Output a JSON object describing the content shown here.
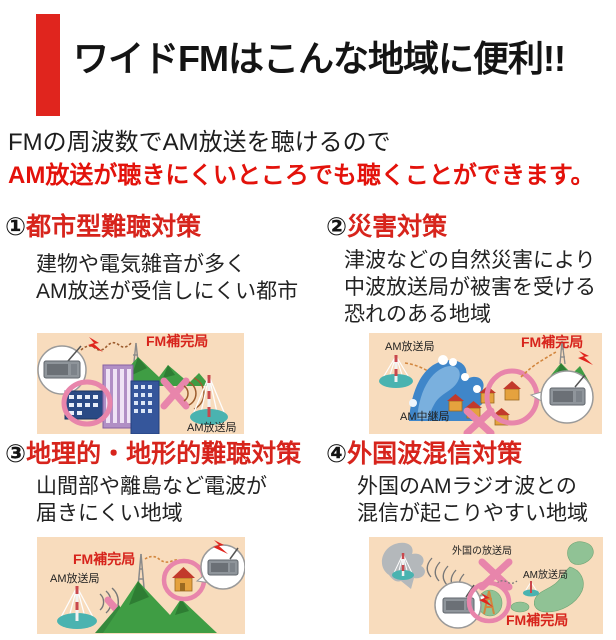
{
  "title": "ワイドFMはこんな地域に便利!!",
  "subtitle": {
    "line1": "FMの周波数でAM放送を聴けるので",
    "line2": "AM放送が聴きにくいところでも聴くことができます。"
  },
  "sections": [
    {
      "number": "①",
      "heading": "都市型難聴対策",
      "body_lines": [
        "建物や電気雑音が多く",
        "AM放送が受信しにくい都市"
      ]
    },
    {
      "number": "②",
      "heading": "災害対策",
      "body_lines": [
        "津波などの自然災害により",
        "中波放送局が被害を受ける",
        "恐れのある地域"
      ]
    },
    {
      "number": "③",
      "heading": "地理的・地形的難聴対策",
      "body_lines": [
        "山間部や離島など電波が",
        "届きにくい地域"
      ]
    },
    {
      "number": "④",
      "heading": "外国波混信対策",
      "body_lines": [
        "外国のAMラジオ波との",
        "混信が起こりやすい地域"
      ]
    }
  ],
  "illustrations": {
    "urban": {
      "fm_label": "FM補完局",
      "am_label": "AM放送局"
    },
    "disaster": {
      "am_label": "AM放送局",
      "relay_label": "AM中継局",
      "fm_label": "FM補完局"
    },
    "terrain": {
      "fm_label": "FM補完局",
      "am_label": "AM放送局"
    },
    "foreign": {
      "foreign_label": "外国の放送局",
      "am_label": "AM放送局",
      "fm_label": "FM補完局"
    }
  },
  "colors": {
    "accent_red": "#e0251e",
    "heading_red": "#d7241c",
    "subtitle_red": "#e3120b",
    "panel_bg": "#f8dcbd",
    "pink_mark": "#e885ab",
    "mountain_green": "#3f9d44",
    "map_green": "#90c295",
    "teal_base": "#4ab3b0",
    "tsunami_blue": "#3f86c9",
    "house_orange": "#e5a23e",
    "building_purple": "#b18fc5",
    "building_blue": "#2a4a85",
    "radio_gray": "#8f959b",
    "foreign_gray": "#b4b8bb"
  }
}
